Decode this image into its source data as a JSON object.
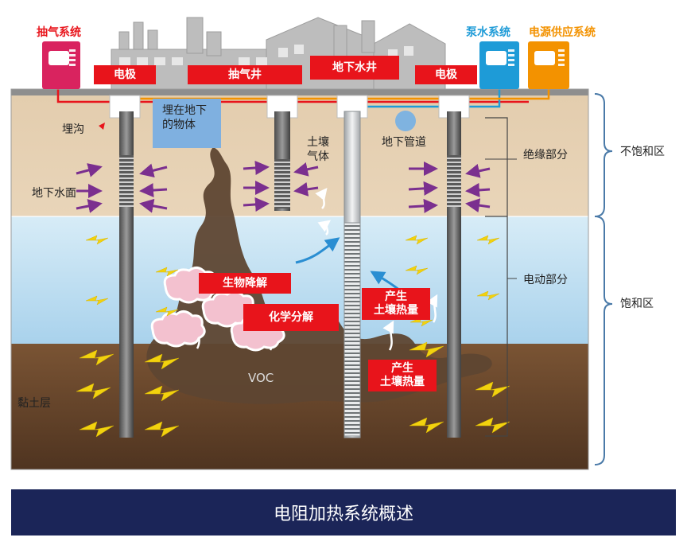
{
  "systems": {
    "extraction": {
      "label": "抽气系统",
      "color": "#e8141b",
      "unit_color": "#d9235f"
    },
    "pump": {
      "label": "泵水系统",
      "color": "#1e9bd7",
      "unit_color": "#1e9bd7"
    },
    "power": {
      "label": "电源供应系统",
      "color": "#f39200",
      "unit_color": "#f39200"
    }
  },
  "top_labels": {
    "electrode_left": "电极",
    "vapor_well": "抽气井",
    "groundwater_well": "地下水井",
    "electrode_right": "电极"
  },
  "features": {
    "trench": "埋沟",
    "buried_object": "埋在地下\n的物体",
    "soil_gas": "土壤\n气体",
    "pipeline": "地下管道",
    "water_table": "地下水面",
    "clay_layer": "黏土层",
    "voc": "VOC"
  },
  "processes": {
    "biodegradation": "生物降解",
    "chemical_decomposition": "化学分解",
    "soil_heat_1": "产生\n土壤热量",
    "soil_heat_2": "产生\n土壤热量"
  },
  "zones": {
    "insulation": "绝缘部分",
    "electrokinetic": "电动部分",
    "unsaturated": "不饱和区",
    "saturated": "饱和区"
  },
  "footer": {
    "title": "电阻加热系统概述"
  },
  "layer_colors": {
    "vadose": "#e8d3b5",
    "saturated": "#c6e4f3",
    "clay": "#6e4a2d",
    "plume": "#5e4631",
    "frame": "#9c9c9c"
  }
}
